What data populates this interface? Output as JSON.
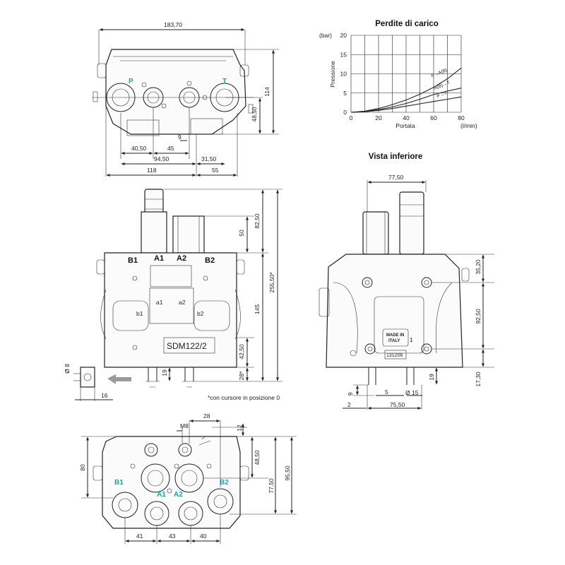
{
  "title_chart": "Perdite di carico",
  "title_bottom": "Vista inferiore",
  "model_label": "SDM122/2",
  "made_in_label_1": "MADE IN",
  "made_in_label_2": "ITALY",
  "serial_label": "131206",
  "footnote": "*con cursore in posizione 0",
  "ports": {
    "P": "P",
    "T": "T",
    "A1": "A1",
    "A2": "A2",
    "B1": "B1",
    "B2": "B2",
    "a1": "a1",
    "a2": "a2",
    "b1": "b1",
    "b2": "b2",
    "one": "1"
  },
  "dims_top": {
    "d183": "183,70",
    "d114": "114",
    "d48_50": "48,50",
    "d9": "9",
    "d40_50": "40,50",
    "d45": "45",
    "d94_50": "94,50",
    "d31_50": "31,50",
    "d118": "118",
    "d55": "55"
  },
  "dims_mid": {
    "d82_50": "82,50",
    "d50": "50",
    "d255": "255,50*",
    "d145": "145",
    "d42_50": "42,50",
    "d19": "19",
    "d28": "28*",
    "d8": "Ø 8",
    "d16": "16"
  },
  "dims_right": {
    "d77_50": "77,50",
    "d35_20": "35,20",
    "d92_50": "92,50",
    "d17_30": "17,30",
    "d9": "9",
    "d5": "5",
    "d15": "Ø 15",
    "d19": "19",
    "d2": "2",
    "d75_50": "75,50"
  },
  "dims_bot": {
    "d28": "28",
    "m8": "M8",
    "d12": "12",
    "d48_50": "48,50",
    "d77_50": "77,50",
    "d95_50": "95,50",
    "d80": "80",
    "d41": "41",
    "d43": "43",
    "d40": "40"
  },
  "chart_data": {
    "type": "line",
    "title": "Perdite di carico",
    "xlabel": "Portata",
    "xunit": "(l/min)",
    "ylabel": "Pressione",
    "yunit": "(bar)",
    "xlim": [
      0,
      80
    ],
    "ylim": [
      0,
      20
    ],
    "xticks": [
      0,
      20,
      40,
      60,
      80
    ],
    "yticks": [
      0,
      5,
      10,
      15,
      20
    ],
    "grid": true,
    "series": [
      {
        "name": "P→A(B)",
        "x": [
          0,
          10,
          20,
          30,
          40,
          50,
          60,
          70,
          80
        ],
        "y": [
          0,
          0.3,
          1.0,
          2.0,
          3.2,
          4.7,
          6.5,
          8.7,
          11.5
        ]
      },
      {
        "name": "A(B)→T",
        "x": [
          0,
          10,
          20,
          30,
          40,
          50,
          60,
          70,
          80
        ],
        "y": [
          0,
          0.2,
          0.7,
          1.4,
          2.3,
          3.4,
          4.6,
          5.5,
          6.3
        ]
      },
      {
        "name": "P→T",
        "x": [
          0,
          10,
          20,
          30,
          40,
          50,
          60,
          70,
          80
        ],
        "y": [
          0,
          0.15,
          0.5,
          1.0,
          1.6,
          2.2,
          2.8,
          3.4,
          4.0
        ]
      }
    ]
  }
}
